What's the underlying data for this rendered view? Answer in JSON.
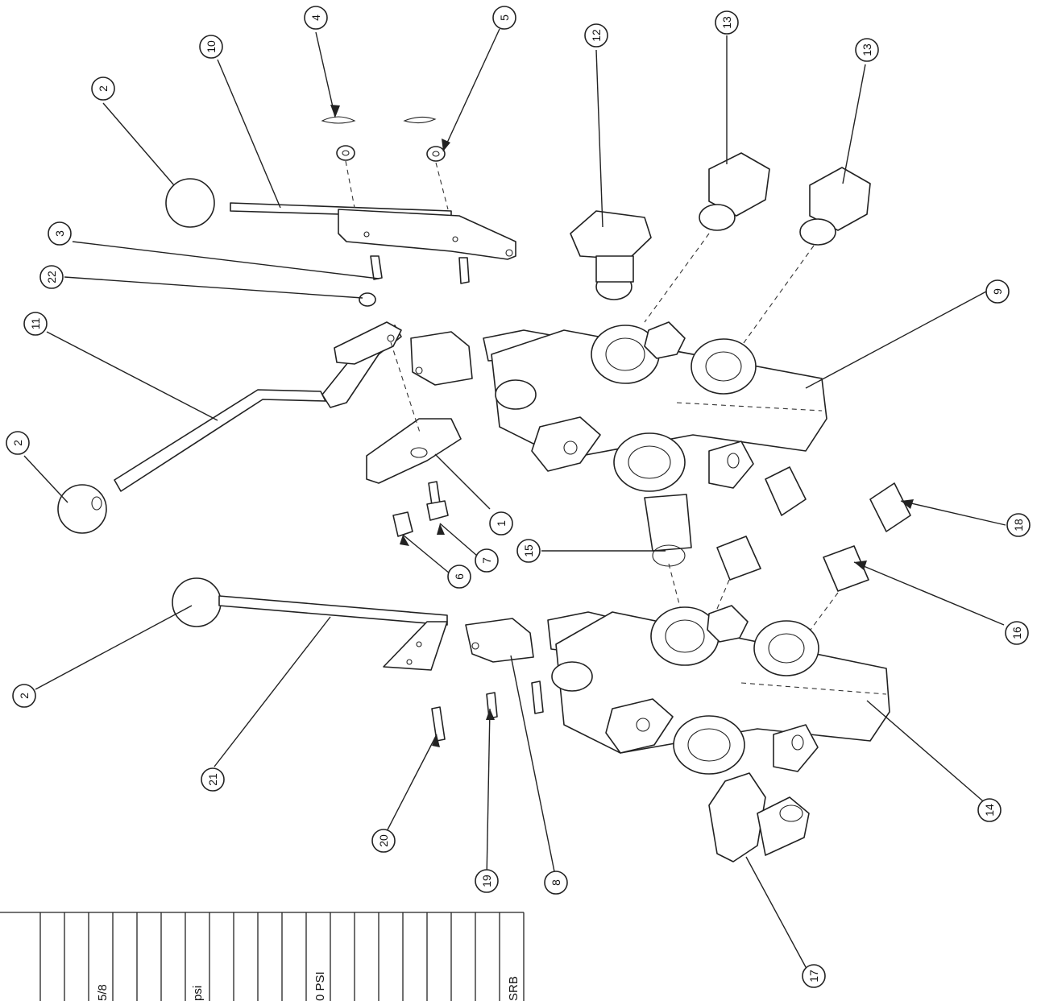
{
  "callouts": [
    {
      "label": "2"
    },
    {
      "label": "4"
    },
    {
      "label": "5"
    },
    {
      "label": "10"
    },
    {
      "label": "12"
    },
    {
      "label": "13"
    },
    {
      "label": "13"
    },
    {
      "label": "3"
    },
    {
      "label": "22"
    },
    {
      "label": "11"
    },
    {
      "label": "9"
    },
    {
      "label": "2"
    },
    {
      "label": "1"
    },
    {
      "label": "7"
    },
    {
      "label": "6"
    },
    {
      "label": "15"
    },
    {
      "label": "18"
    },
    {
      "label": "16"
    },
    {
      "label": "2"
    },
    {
      "label": "21"
    },
    {
      "label": "14"
    },
    {
      "label": "20"
    },
    {
      "label": "19"
    },
    {
      "label": "8"
    },
    {
      "label": "17"
    }
  ],
  "parts_table": {
    "visible_fragments": [
      "5/8",
      "psi",
      "0 PSI",
      "SRB"
    ]
  }
}
